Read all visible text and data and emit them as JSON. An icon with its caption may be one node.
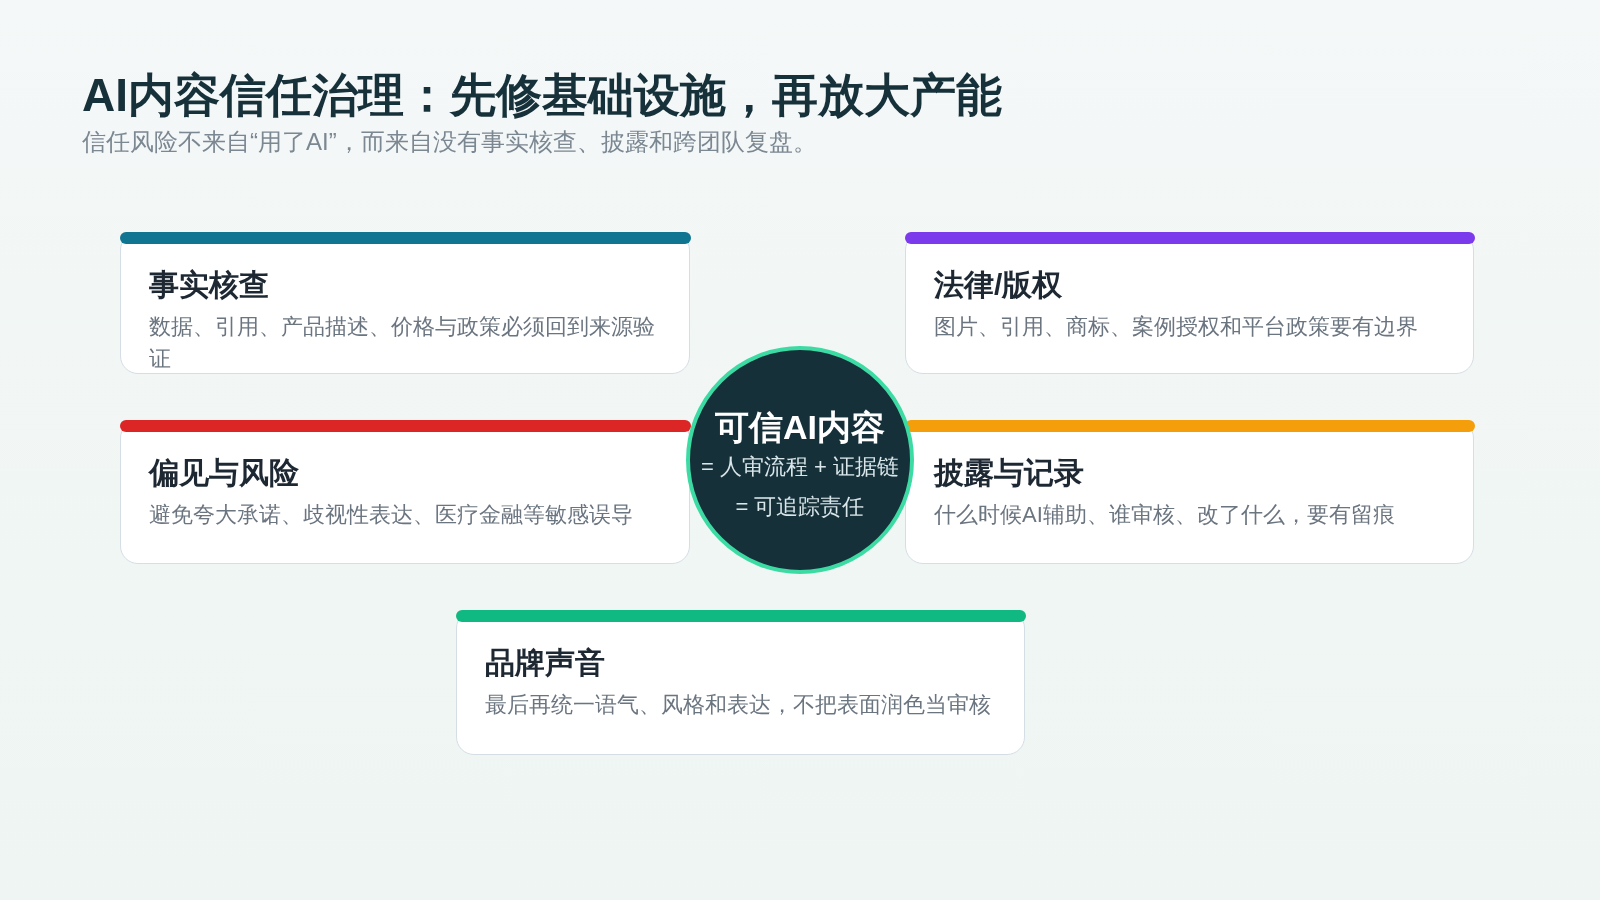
{
  "diagram": {
    "title": "AI内容信任治理：先修基础设施，再放大产能",
    "nodes": [
      {
        "text": [
          "事实核查",
          "数据、引用、产品描述、价格与政策必须回到来源验证"
        ]
      },
      {
        "text": [
          "法律/版权",
          "图片、引用、商标、案例授权和平台政策要有边界"
        ]
      },
      {
        "text": [
          "可信AI内容",
          "= 人审流程 + 证据链",
          "= 可追踪责任"
        ]
      },
      {
        "text": [
          "偏见与风险",
          "避免夸大承诺、歧视性表达、医疗金融等敏感误导"
        ]
      },
      {
        "text": [
          "披露与记录",
          "什么时候AI辅助、谁审核、改了什么，要有留痕"
        ]
      },
      {
        "text": [
          "品牌声音",
          "最后再统一语气、风格和表达，不把表面润色当审核"
        ]
      }
    ],
    "labels": [
      "信任风险不来自“用了AI”，而来自没有事实核查、披露和跨团队复盘。"
    ]
  }
}
